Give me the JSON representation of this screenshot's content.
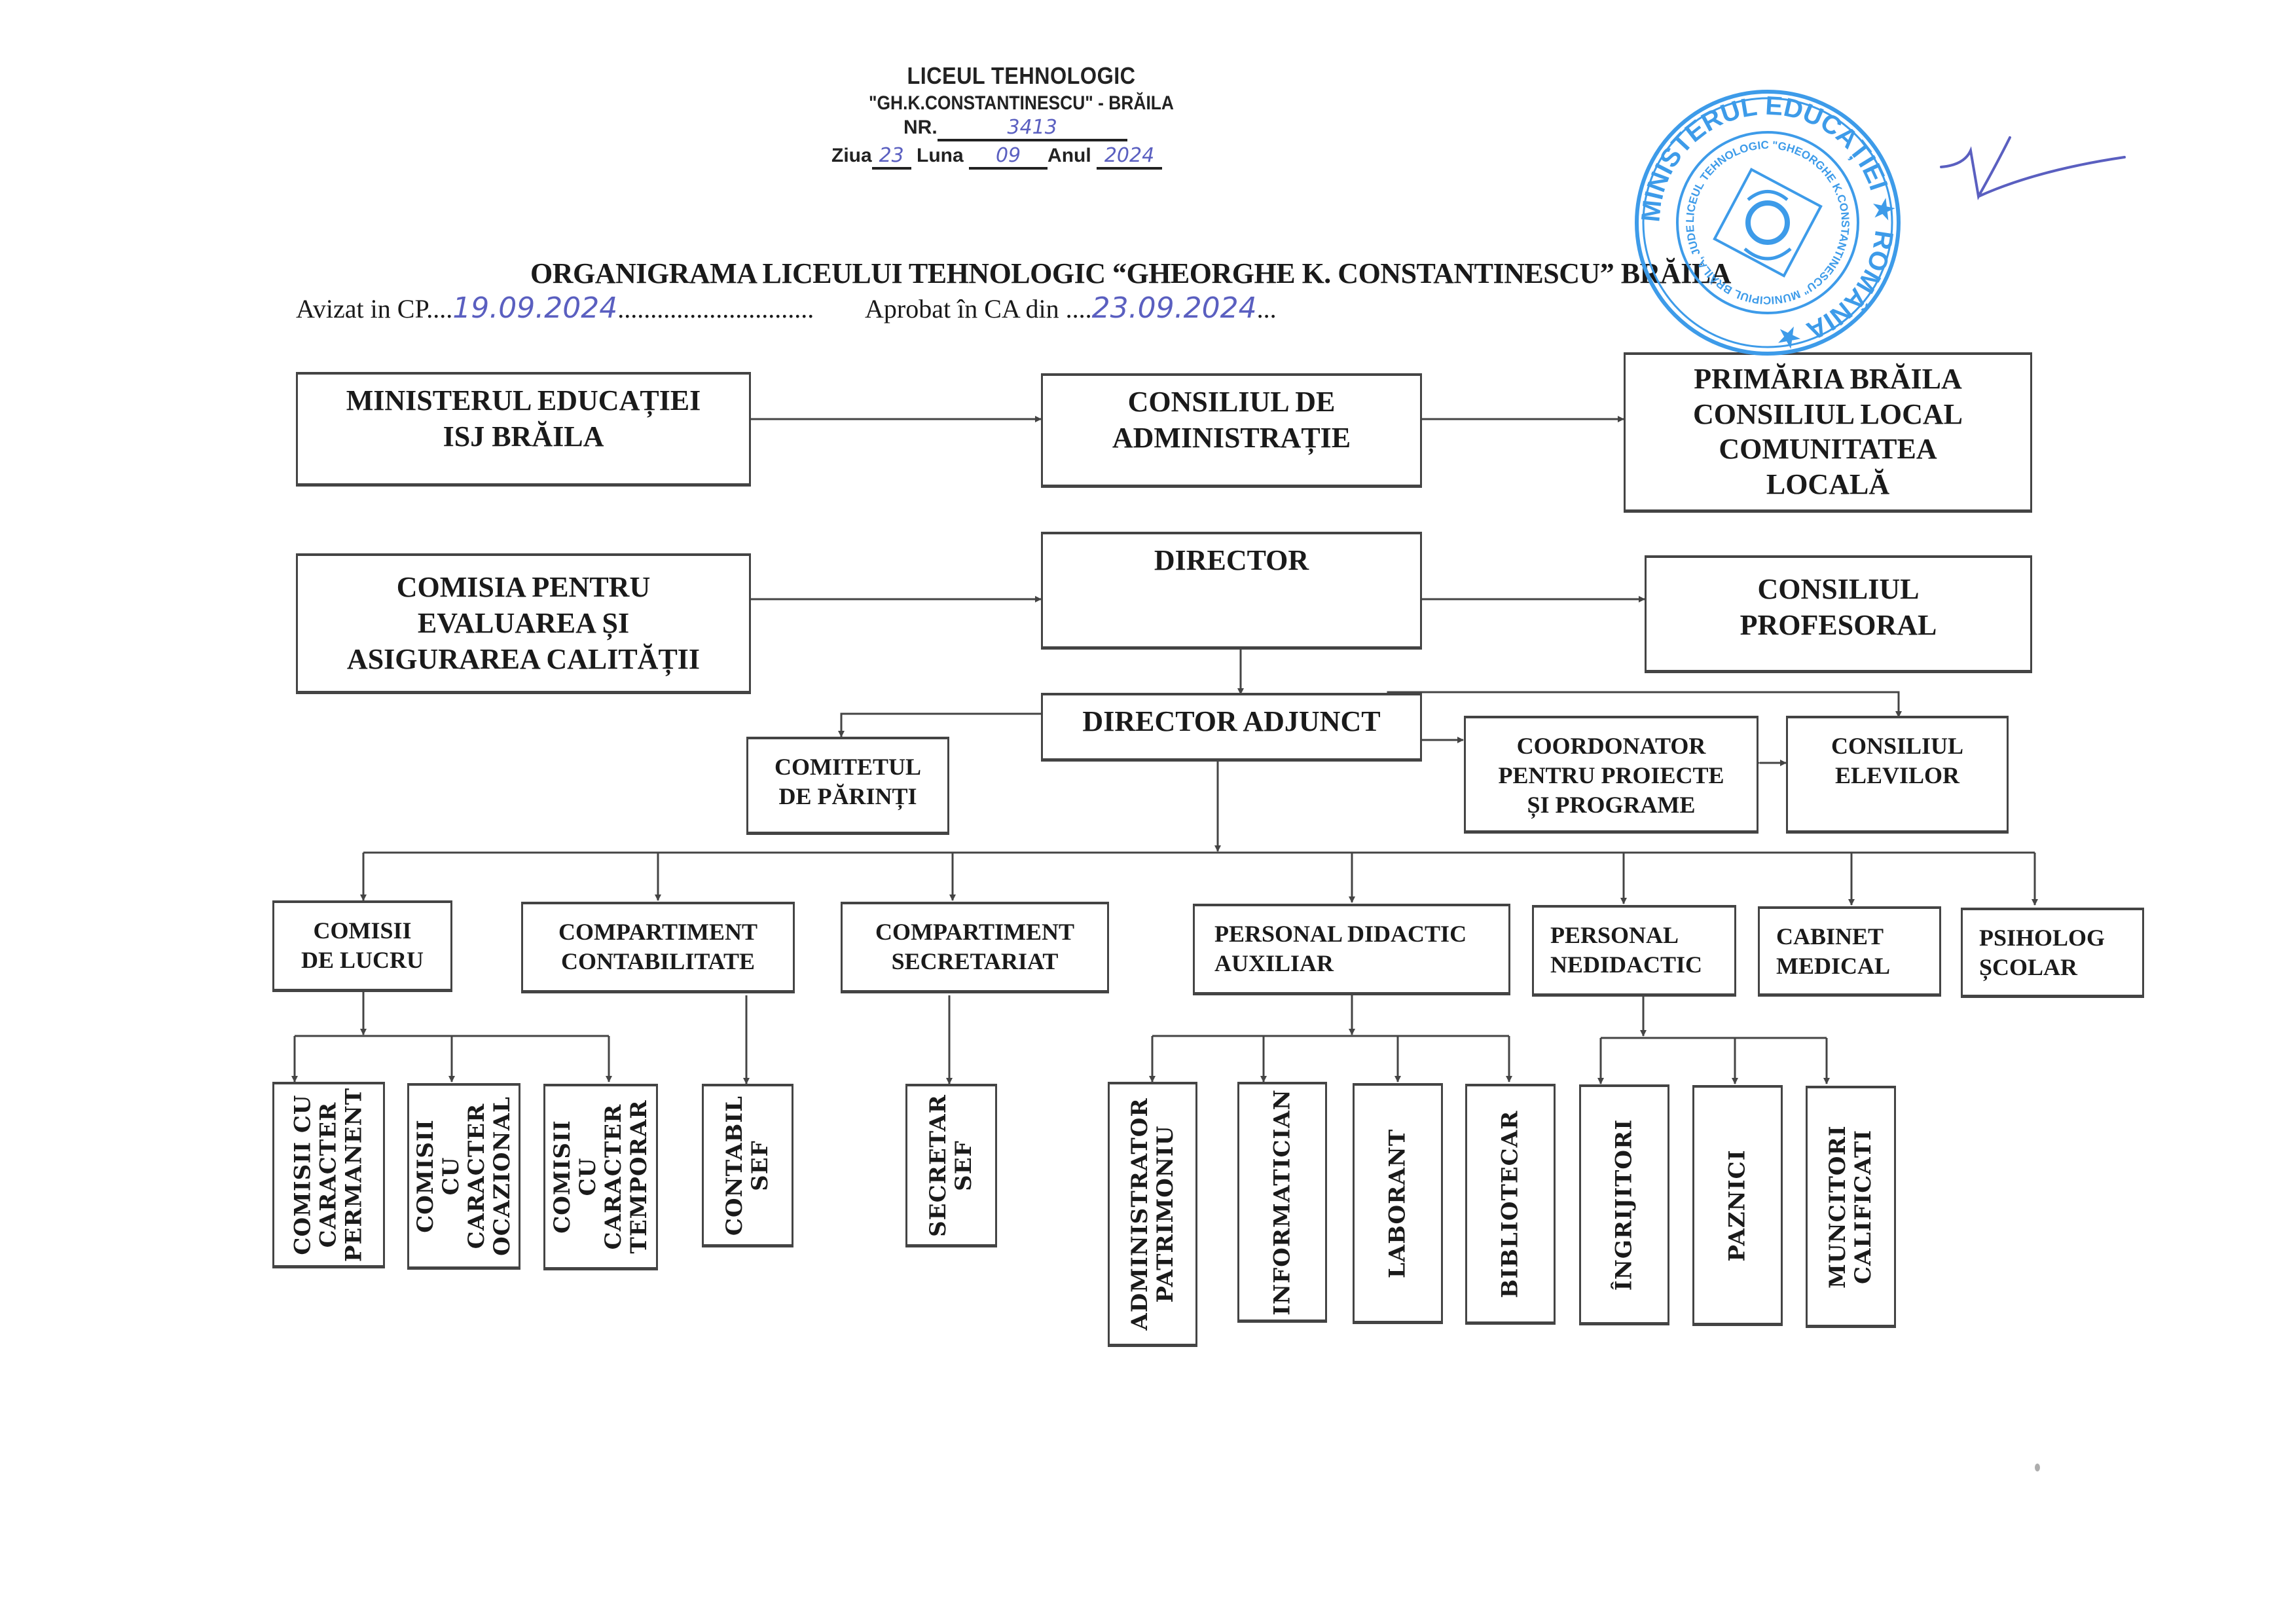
{
  "registration_stamp": {
    "line1": "LICEUL TEHNOLOGIC",
    "line2": "\"GH.K.CONSTANTINESCU\" - BRĂILA",
    "nr_label": "NR.",
    "nr_value": "3413",
    "day_label": "Ziua",
    "day_value": "23",
    "month_label": "Luna",
    "month_value": "09",
    "year_label": "Anul",
    "year_value": "2024"
  },
  "seal": {
    "outer_text": "MINISTERUL EDUCAȚIEI ★ ROMÂNIA ★",
    "inner_text": "LICEUL TEHNOLOGIC \"GHEORGHE K.CONSTANTINESCU\" MUNICIPIUL BRĂILA, JUDEȚUL BRĂILA",
    "color": "#3d9be9"
  },
  "signature_color": "#5a5fc0",
  "document": {
    "title": "ORGANIGRAMA LICEULUI TEHNOLOGIC “GHEORGHE K. CONSTANTINESCU” BRĂILA",
    "cp_label": "Avizat in CP",
    "cp_date": "19.09.2024",
    "ca_label": "Aprobat în CA  din",
    "ca_date": "23.09.2024",
    "dots_short": "....",
    "dots_long": "..............................",
    "dots_tail": "..."
  },
  "org": {
    "ministerul": "MINISTERUL EDUCAȚIEI\nISJ BRĂILA",
    "consiliul_administratie": "CONSILIUL DE\nADMINISTRAȚIE",
    "primaria": "PRIMĂRIA BRĂILA\nCONSILIUL LOCAL\nCOMUNITATEA\nLOCALĂ",
    "comisia_calitate": "COMISIA PENTRU\nEVALUAREA ȘI\nASIGURAREA CALITĂȚII",
    "director": "DIRECTOR",
    "consiliul_profesoral": "CONSILIUL\nPROFESORAL",
    "director_adjunct": "DIRECTOR ADJUNCT",
    "comitetul_parinti": "COMITETUL\nDE PĂRINȚI",
    "coordonator": "COORDONATOR\nPENTRU PROIECTE\nȘI PROGRAME",
    "consiliul_elevilor": "CONSILIUL\nELEVILOR",
    "departments": [
      "COMISII\nDE LUCRU",
      "COMPARTIMENT\nCONTABILITATE",
      "COMPARTIMENT\nSECRETARIAT",
      "PERSONAL DIDACTIC\nAUXILIAR",
      "PERSONAL\nNEDIDACTIC",
      "CABINET\nMEDICAL",
      "PSIHOLOG\nȘCOLAR"
    ],
    "sub_units": [
      "COMISII CU\nCARACTER\nPERMANENT",
      "COMISII CU\nCARACTER\nOCAZIONAL",
      "COMISII CU\nCARACTER\nTEMPORAR",
      "CONTABIL\nSEF",
      "SECRETAR\nSEF",
      "ADMINISTRATOR\nPATRIMONIU",
      "INFORMATICIAN",
      "LABORANT",
      "BIBLIOTECAR",
      "ÎNGRIJITORI",
      "PAZNICI",
      "MUNCITORI\nCALIFICATI"
    ]
  }
}
